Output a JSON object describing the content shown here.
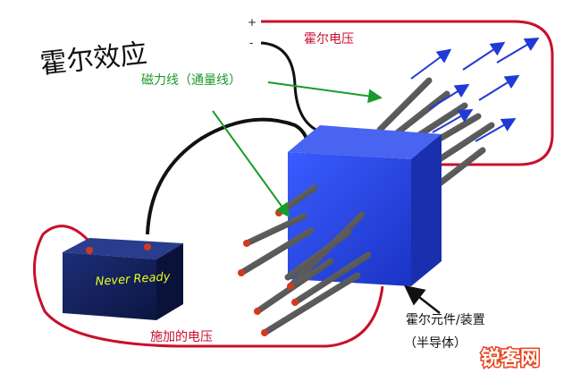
{
  "title": "霍尔效应",
  "labels": {
    "plus": "+",
    "minus": "-",
    "hall_voltage": "霍尔电压",
    "field_lines": "磁力线（通量线）",
    "hall_element": "霍尔元件/装置",
    "semiconductor": "（半导体）",
    "applied_voltage": "施加的电压"
  },
  "battery": {
    "text": "Never Ready"
  },
  "watermark": "锐客网",
  "colors": {
    "wire_red": "#c8102e",
    "wire_black": "#111111",
    "cube_front": "#2a4cf0",
    "battery_body": "#15225e",
    "label_green": "#1a9a2a",
    "arrow_blue": "#1f3ad6"
  }
}
